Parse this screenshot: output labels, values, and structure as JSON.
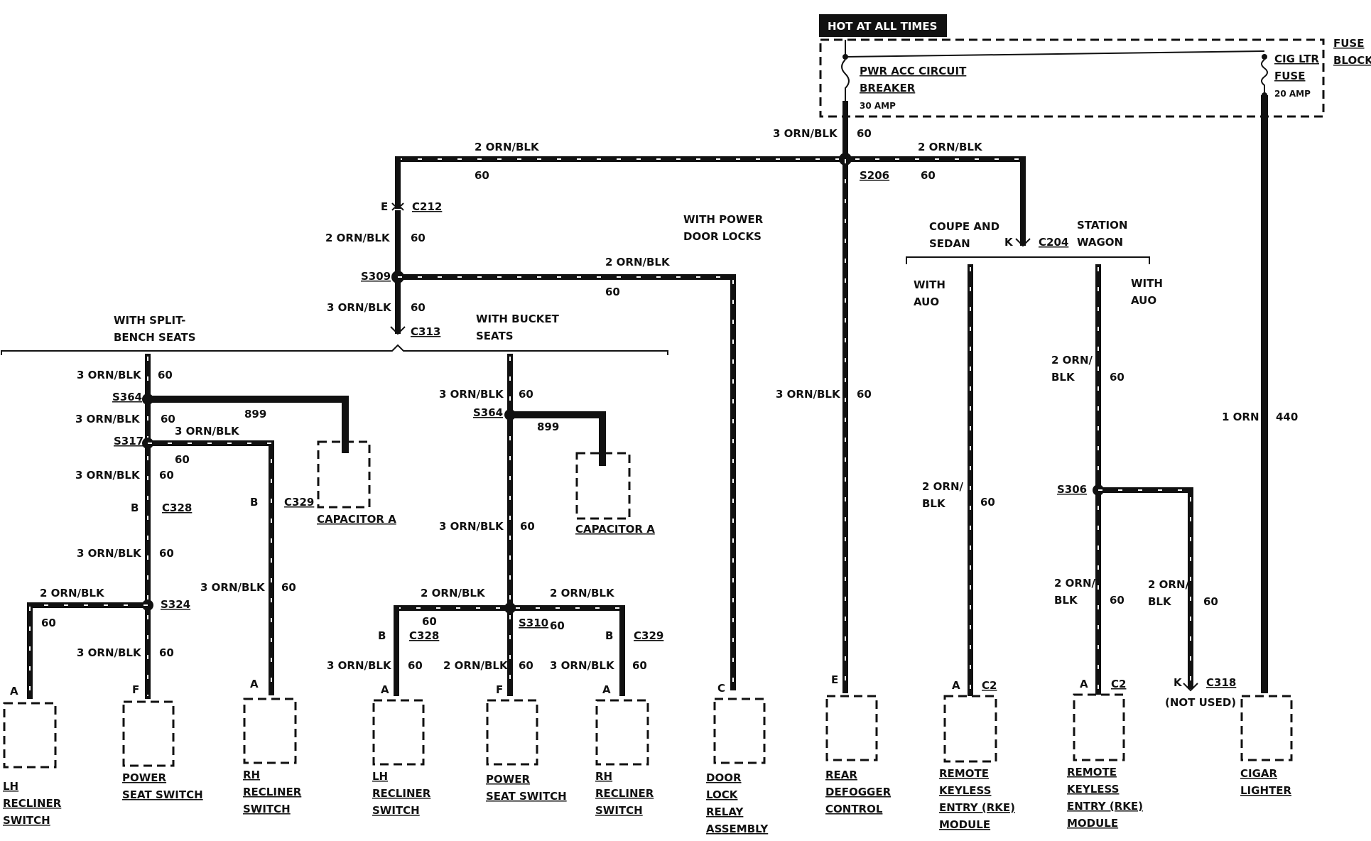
{
  "header": {
    "hot_label": "HOT AT ALL TIMES",
    "fuse_block": "FUSE BLOCK",
    "fuse_block_l1": "FUSE",
    "fuse_block_l2": "BLOCK"
  },
  "fuse_block_items": {
    "breaker_l1": "PWR ACC CIRCUIT",
    "breaker_l2": "BREAKER",
    "breaker_rating": "30 AMP",
    "cig_l1": "CIG LTR",
    "cig_l2": "FUSE",
    "cig_rating": "20 AMP"
  },
  "options": {
    "with_power_door_locks_l1": "WITH POWER",
    "with_power_door_locks_l2": "DOOR LOCKS",
    "with_split_bench_l1": "WITH SPLIT-",
    "with_split_bench_l2": "BENCH SEATS",
    "with_bucket_l1": "WITH BUCKET",
    "with_bucket_l2": "SEATS",
    "coupe_sedan_l1": "COUPE AND",
    "coupe_sedan_l2": "SEDAN",
    "station_wagon_l1": "STATION",
    "station_wagon_l2": "WAGON",
    "with_auo_l1": "WITH",
    "with_auo_l2": "AUO",
    "not_used": "(NOT USED)"
  },
  "wires": {
    "w_3_orn_blk": "3 ORN/BLK",
    "w_2_orn_blk": "2 ORN/BLK",
    "w_2_orn": "2 ORN/",
    "w_blk": "BLK",
    "w_1_orn": "1 ORN",
    "circuit_60": "60",
    "circuit_899": "899",
    "circuit_440": "440"
  },
  "connectors": {
    "c212": "C212",
    "c313": "C313",
    "c204": "C204",
    "c328": "C328",
    "c329": "C329",
    "c2": "C2",
    "c318": "C318",
    "s206": "S206",
    "s309": "S309",
    "s364": "S364",
    "s317": "S317",
    "s324": "S324",
    "s310": "S310",
    "s306": "S306"
  },
  "pins": {
    "a": "A",
    "b": "B",
    "c": "C",
    "e": "E",
    "f": "F",
    "k": "K"
  },
  "components": {
    "capacitor_a": "CAPACITOR A",
    "lh_recliner": [
      "LH",
      "RECLINER",
      "SWITCH"
    ],
    "power_seat": [
      "POWER",
      "SEAT SWITCH"
    ],
    "rh_recliner": [
      "RH",
      "RECLINER",
      "SWITCH"
    ],
    "door_lock_relay": [
      "DOOR",
      "LOCK",
      "RELAY",
      "ASSEMBLY"
    ],
    "rear_defogger": [
      "REAR",
      "DEFOGGER",
      "CONTROL"
    ],
    "rke_module": [
      "REMOTE",
      "KEYLESS",
      "ENTRY (RKE)",
      "MODULE"
    ],
    "cigar_lighter": [
      "CIGAR",
      "LIGHTER"
    ]
  }
}
